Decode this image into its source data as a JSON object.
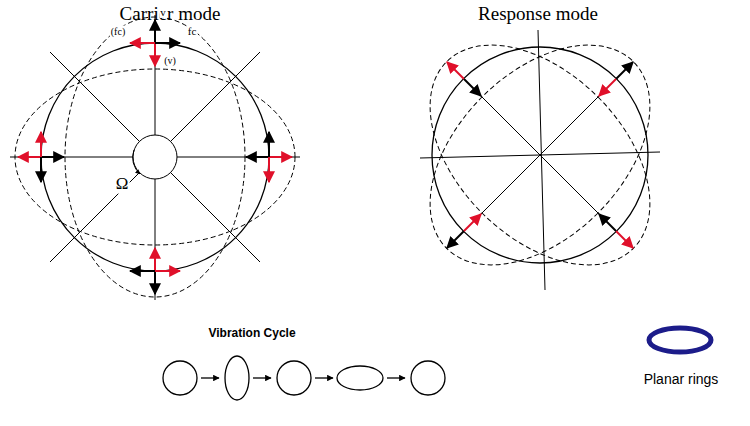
{
  "diagram": {
    "labels": [
      "Carrier mode",
      "Response mode",
      "v",
      "fc",
      "(fc)",
      "(v)",
      "Ω",
      "Vibration Cycle",
      "Planar rings"
    ]
  }
}
